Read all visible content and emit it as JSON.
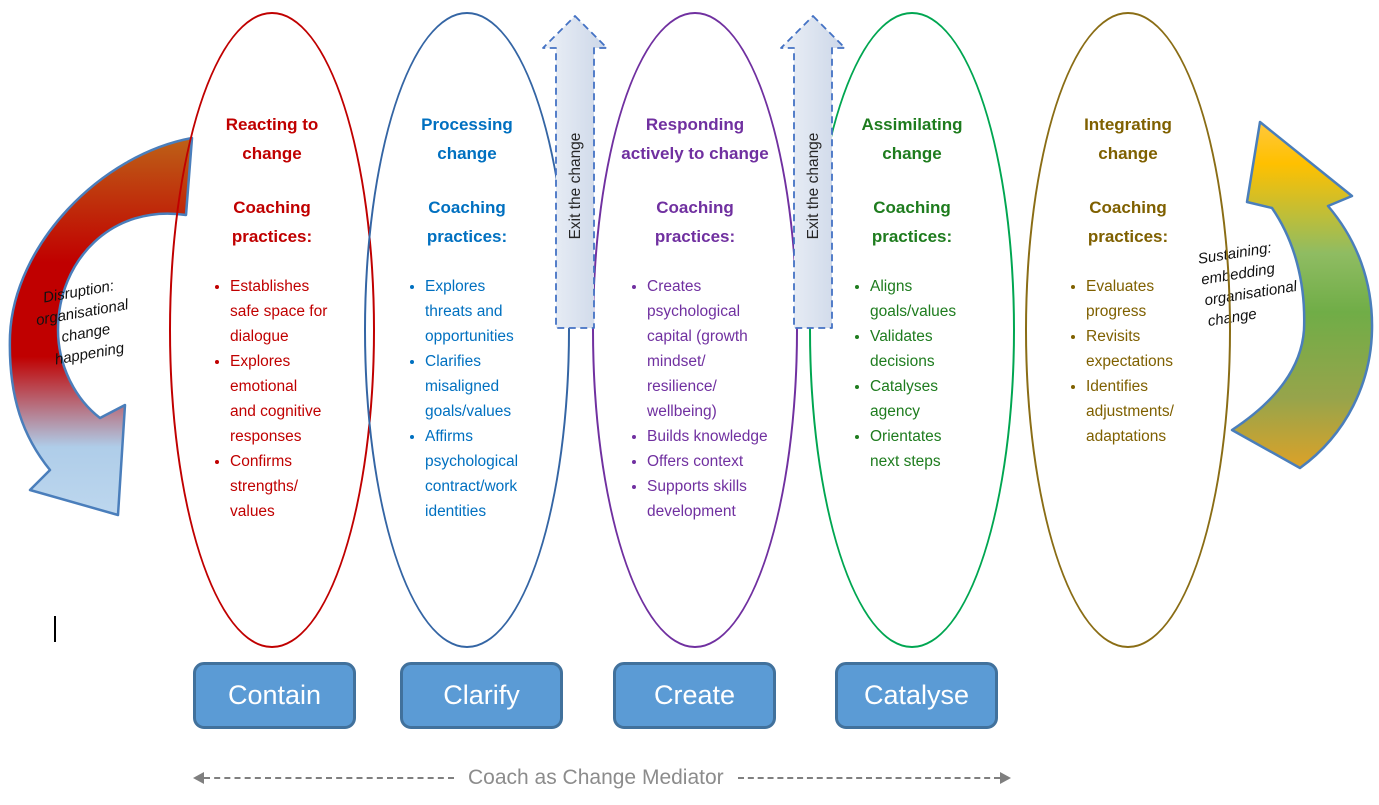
{
  "stages": [
    {
      "id": "reacting",
      "title": "Reacting to\nchange",
      "coaching_label": "Coaching\npractices:",
      "bullets": [
        "Establishes\nsafe space for\ndialogue",
        "Explores\nemotional\nand cognitive\nresponses",
        "Confirms\nstrengths/\nvalues"
      ],
      "text_color": "#C00000",
      "ellipse_color": "#C00000"
    },
    {
      "id": "processing",
      "title": "Processing\nchange",
      "coaching_label": "Coaching\npractices:",
      "bullets": [
        "Explores\nthreats and\nopportunities",
        "Clarifies\nmisaligned\ngoals/values",
        "Affirms\npsychological\ncontract/work\nidentities"
      ],
      "text_color": "#0070C0",
      "ellipse_color": "#3465A4"
    },
    {
      "id": "responding",
      "title": "Responding\nactively to change",
      "coaching_label": "Coaching\npractices:",
      "bullets": [
        "Creates\npsychological\ncapital (growth\nmindset/\nresilience/\nwellbeing)",
        "Builds knowledge",
        "Offers context",
        "Supports skills\ndevelopment"
      ],
      "text_color": "#7030A0",
      "ellipse_color": "#7030A0"
    },
    {
      "id": "assimilating",
      "title": "Assimilating\nchange",
      "coaching_label": "Coaching\npractices:",
      "bullets": [
        "Aligns\ngoals/values",
        "Validates\ndecisions",
        "Catalyses\nagency",
        "Orientates\nnext steps"
      ],
      "text_color": "#1E7C1E",
      "ellipse_color": "#00A651"
    },
    {
      "id": "integrating",
      "title": "Integrating\nchange",
      "coaching_label": "Coaching\npractices:",
      "bullets": [
        "Evaluates\nprogress",
        "Revisits\nexpectations",
        "Identifies\nadjustments/\nadaptations"
      ],
      "text_color": "#7F6000",
      "ellipse_color": "#8A6D15"
    }
  ],
  "buttons": [
    {
      "label": "Contain"
    },
    {
      "label": "Clarify"
    },
    {
      "label": "Create"
    },
    {
      "label": "Catalyse"
    }
  ],
  "exit_arrow_label": "Exit the change",
  "disruption_arrow": {
    "label": "Disruption:\norganisational\nchange\nhappening"
  },
  "sustaining_arrow": {
    "label": "Sustaining:\nembedding\norganisational\nchange"
  },
  "footer": {
    "label": "Coach as Change Mediator"
  },
  "colors": {
    "button_fill": "#5B9BD5",
    "button_border": "#41719C",
    "button_text": "#FFFFFF",
    "exit_arrow_border": "#4472C4",
    "exit_arrow_fill_light": "#EDF1F7",
    "exit_arrow_fill_dark": "#CBD6E8",
    "footer_text": "#8C8C8C",
    "disruption_gradient": [
      "#BE6117",
      "#C00000",
      "#BDD7EE"
    ],
    "sustaining_gradient": [
      "#FFC000",
      "#70AD47",
      "#DCA228"
    ]
  }
}
